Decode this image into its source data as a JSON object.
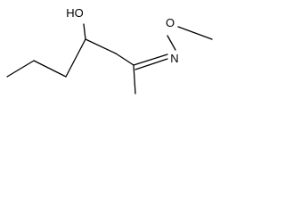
{
  "molecule": {
    "atom_labels": {
      "hydroxyl": "HO",
      "imine_nitrogen": "N",
      "ether_oxygen": "O"
    },
    "colors": {
      "bond": "#000000",
      "label": "#000000",
      "background": "#ffffff"
    }
  }
}
